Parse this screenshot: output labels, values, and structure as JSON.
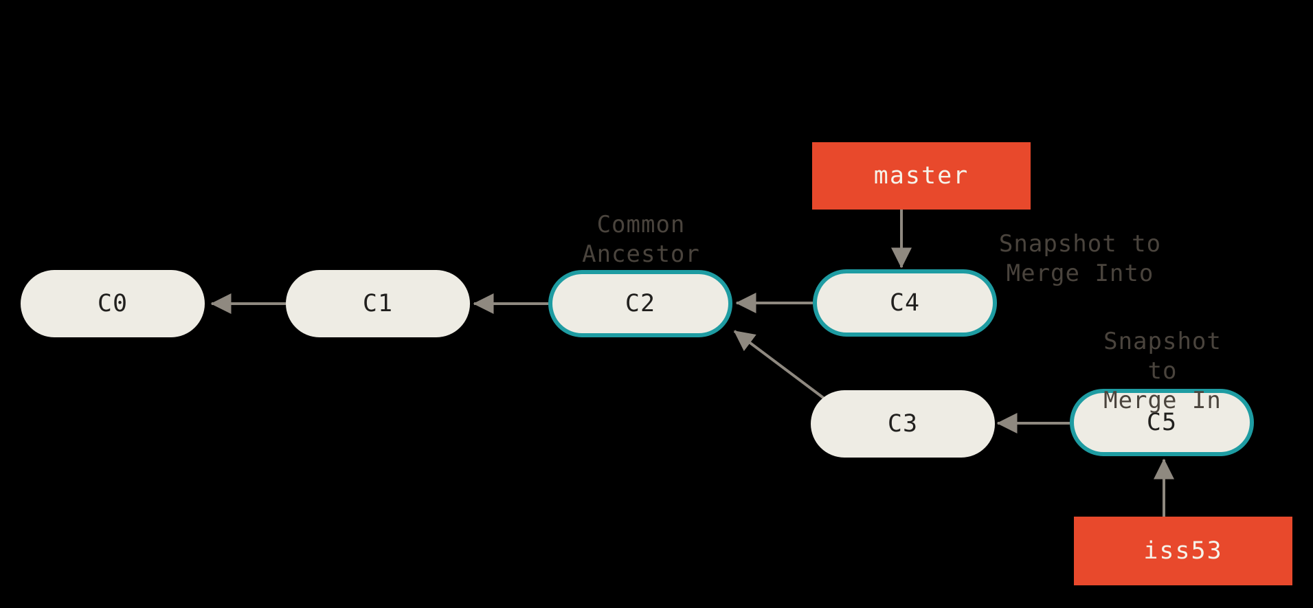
{
  "diagram": {
    "kind": "git-commit-graph",
    "description_visible_text_only": true
  },
  "nodes": [
    {
      "id": "C0",
      "label": "C0",
      "highlighted": false
    },
    {
      "id": "C1",
      "label": "C1",
      "highlighted": false
    },
    {
      "id": "C2",
      "label": "C2",
      "highlighted": true
    },
    {
      "id": "C3",
      "label": "C3",
      "highlighted": false
    },
    {
      "id": "C4",
      "label": "C4",
      "highlighted": true
    },
    {
      "id": "C5",
      "label": "C5",
      "highlighted": true
    }
  ],
  "branches": [
    {
      "label": "master",
      "points_to": "C4"
    },
    {
      "label": "iss53",
      "points_to": "C5"
    }
  ],
  "annotations": [
    {
      "text": "Common\nAncestor",
      "for": "C2"
    },
    {
      "text": "Snapshot to\nMerge Into",
      "for": "C4"
    },
    {
      "text": "Snapshot to\nMerge In",
      "for": "C5"
    }
  ],
  "edges": [
    {
      "from": "C1",
      "to": "C0"
    },
    {
      "from": "C2",
      "to": "C1"
    },
    {
      "from": "C4",
      "to": "C2"
    },
    {
      "from": "C3",
      "to": "C2"
    },
    {
      "from": "C5",
      "to": "C3"
    },
    {
      "from": "master",
      "to": "C4"
    },
    {
      "from": "iss53",
      "to": "C5"
    }
  ],
  "colors": {
    "background": "#000000",
    "node_fill": "#eeece4",
    "node_text": "#21201e",
    "highlight_border": "#1e9ca2",
    "branch_fill": "#e8492c",
    "branch_text": "#f6f3ea",
    "arrow": "#8f8980",
    "annotation_text": "#4a443d"
  }
}
